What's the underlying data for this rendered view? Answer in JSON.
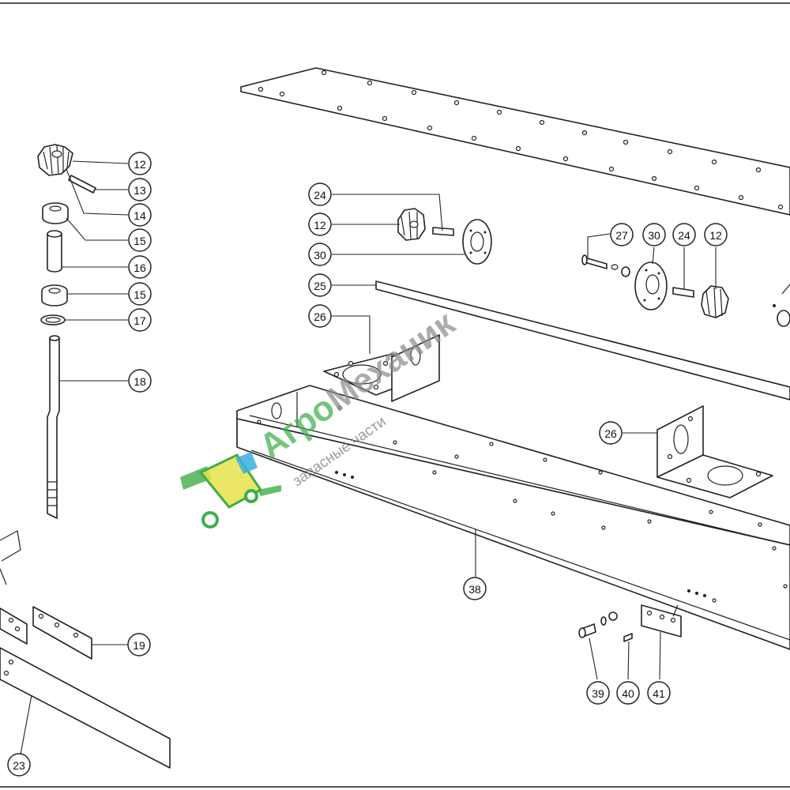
{
  "callouts": {
    "c12a": "12",
    "c13": "13",
    "c14": "14",
    "c15a": "15",
    "c16": "16",
    "c15b": "15",
    "c17": "17",
    "c18": "18",
    "c19": "19",
    "c23": "23",
    "c24a": "24",
    "c12b": "12",
    "c30a": "30",
    "c25": "25",
    "c26a": "26",
    "c27": "27",
    "c30b": "30",
    "c24b": "24",
    "c12c": "12",
    "c26b": "26",
    "c38": "38",
    "c39": "39",
    "c40": "40",
    "c41": "41"
  },
  "watermark": {
    "brand_green": "Агро",
    "brand_gray": "Механик",
    "tagline": "запасные части",
    "colors": {
      "green": "#3fae49",
      "gray": "#8c8c8c",
      "yellow": "#e8e24a",
      "blue": "#3ab0e0"
    }
  },
  "colors": {
    "line": "#222222",
    "background": "#ffffff"
  }
}
